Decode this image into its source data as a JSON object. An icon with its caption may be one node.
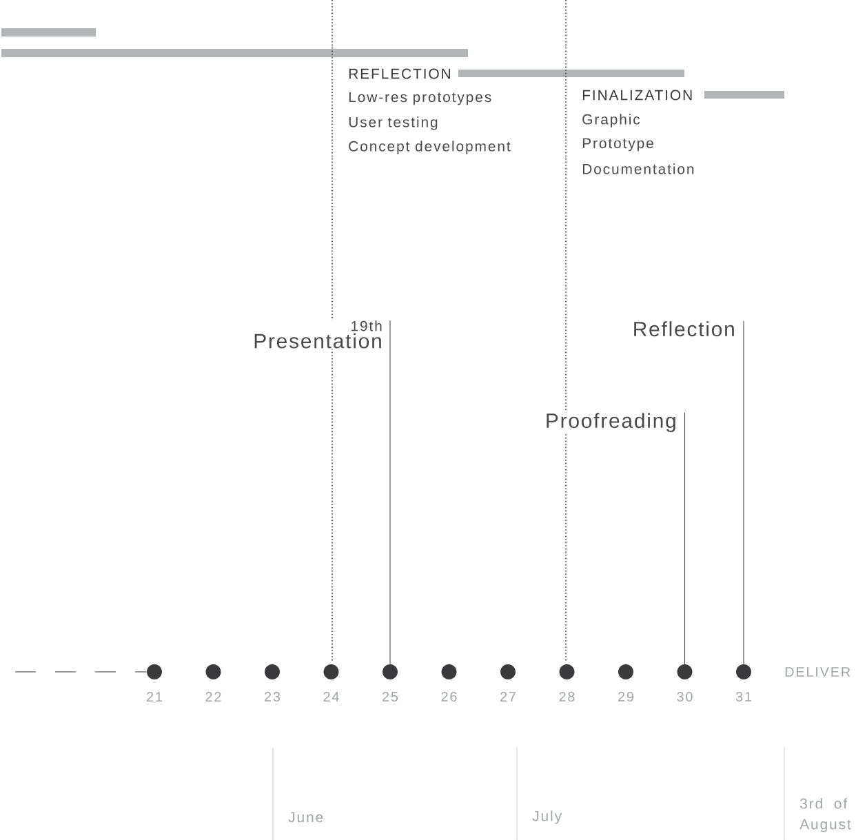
{
  "diagram": {
    "nodes": [
      {
        "text": [],
        "shape": "circle",
        "beside": [
          "21"
        ]
      },
      {
        "text": [],
        "shape": "circle",
        "beside": [
          "22"
        ]
      },
      {
        "text": [],
        "shape": "circle",
        "beside": [
          "23"
        ]
      },
      {
        "text": [],
        "shape": "circle",
        "beside": [
          "24"
        ]
      },
      {
        "text": [],
        "shape": "circle",
        "beside": [
          "25"
        ]
      },
      {
        "text": [],
        "shape": "circle",
        "beside": [
          "26"
        ]
      },
      {
        "text": [],
        "shape": "circle",
        "beside": [
          "27"
        ]
      },
      {
        "text": [],
        "shape": "circle",
        "beside": [
          "28"
        ]
      },
      {
        "text": [],
        "shape": "circle",
        "beside": [
          "29"
        ]
      },
      {
        "text": [],
        "shape": "circle",
        "beside": [
          "30"
        ]
      },
      {
        "text": [],
        "shape": "circle",
        "beside": [
          "31"
        ]
      },
      {
        "text": [
          "19th",
          "Presentation"
        ]
      },
      {
        "text": [
          "Proofreading"
        ]
      },
      {
        "text": [
          "Reflection"
        ]
      }
    ],
    "edges": [
      {
        "from": null,
        "to": 0,
        "arrow": "none",
        "style": "dashed"
      },
      {
        "from": 11,
        "to": 4,
        "arrow": "none"
      },
      {
        "from": 12,
        "to": 9,
        "arrow": "none"
      },
      {
        "from": 13,
        "to": 10,
        "arrow": "none"
      }
    ],
    "labels": [
      "REFLECTION",
      "Low-res prototypes",
      "User testing",
      "Concept development",
      "FINALIZATION",
      "Graphic",
      "Prototype",
      "Documentation",
      "DELIVER",
      "June",
      "July",
      "3rd of August"
    ]
  }
}
